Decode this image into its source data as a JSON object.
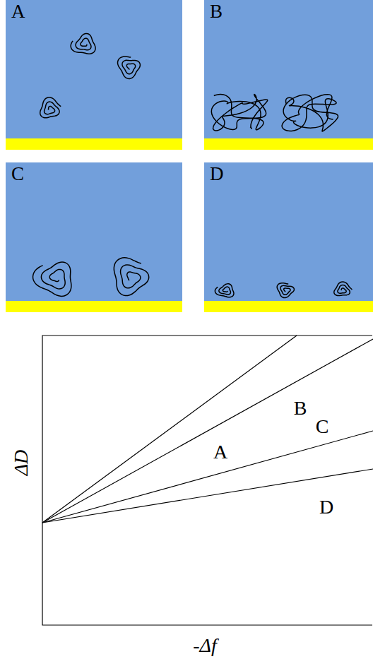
{
  "diagram": {
    "nodes": [
      {
        "text": [
          "A"
        ]
      },
      {
        "text": [
          "B"
        ]
      },
      {
        "text": [
          "C"
        ]
      },
      {
        "text": [
          "D"
        ]
      }
    ],
    "labels": [
      "A",
      "B",
      "C",
      "D",
      "ΔD",
      "-Δf"
    ]
  }
}
